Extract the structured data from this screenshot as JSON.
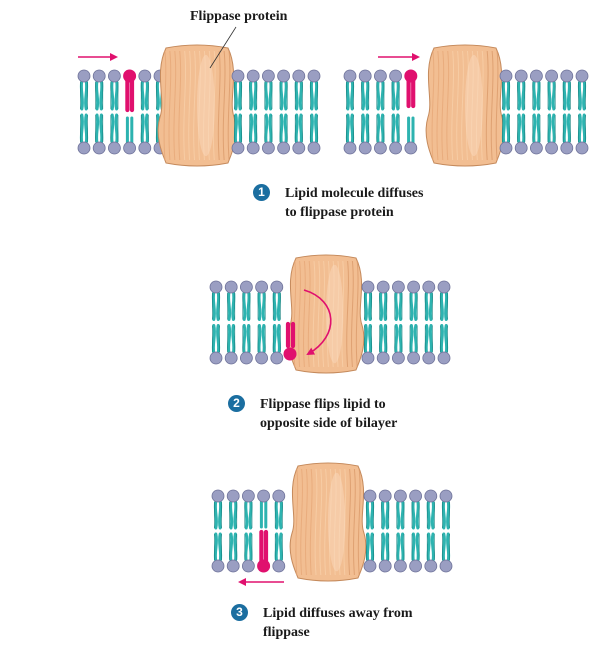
{
  "figure": {
    "protein_label": "Flippase protein",
    "steps": [
      {
        "number": "1",
        "line1": "Lipid molecule diffuses",
        "line2": "to flippase protein"
      },
      {
        "number": "2",
        "line1": "Flippase flips lipid to",
        "line2": "opposite side of bilayer"
      },
      {
        "number": "3",
        "line1": "Lipid diffuses away from",
        "line2": "flippase"
      }
    ]
  },
  "colors": {
    "head": "#9a9ec2",
    "head_stroke": "#6e7299",
    "tail": "#2db3b0",
    "tail_stroke": "#137f7c",
    "highlight_lipid": "#e0106e",
    "protein_fill": "#f2be92",
    "protein_stroke": "#c58a5c",
    "arrow": "#e0106e",
    "badge": "#1b6ea0"
  }
}
